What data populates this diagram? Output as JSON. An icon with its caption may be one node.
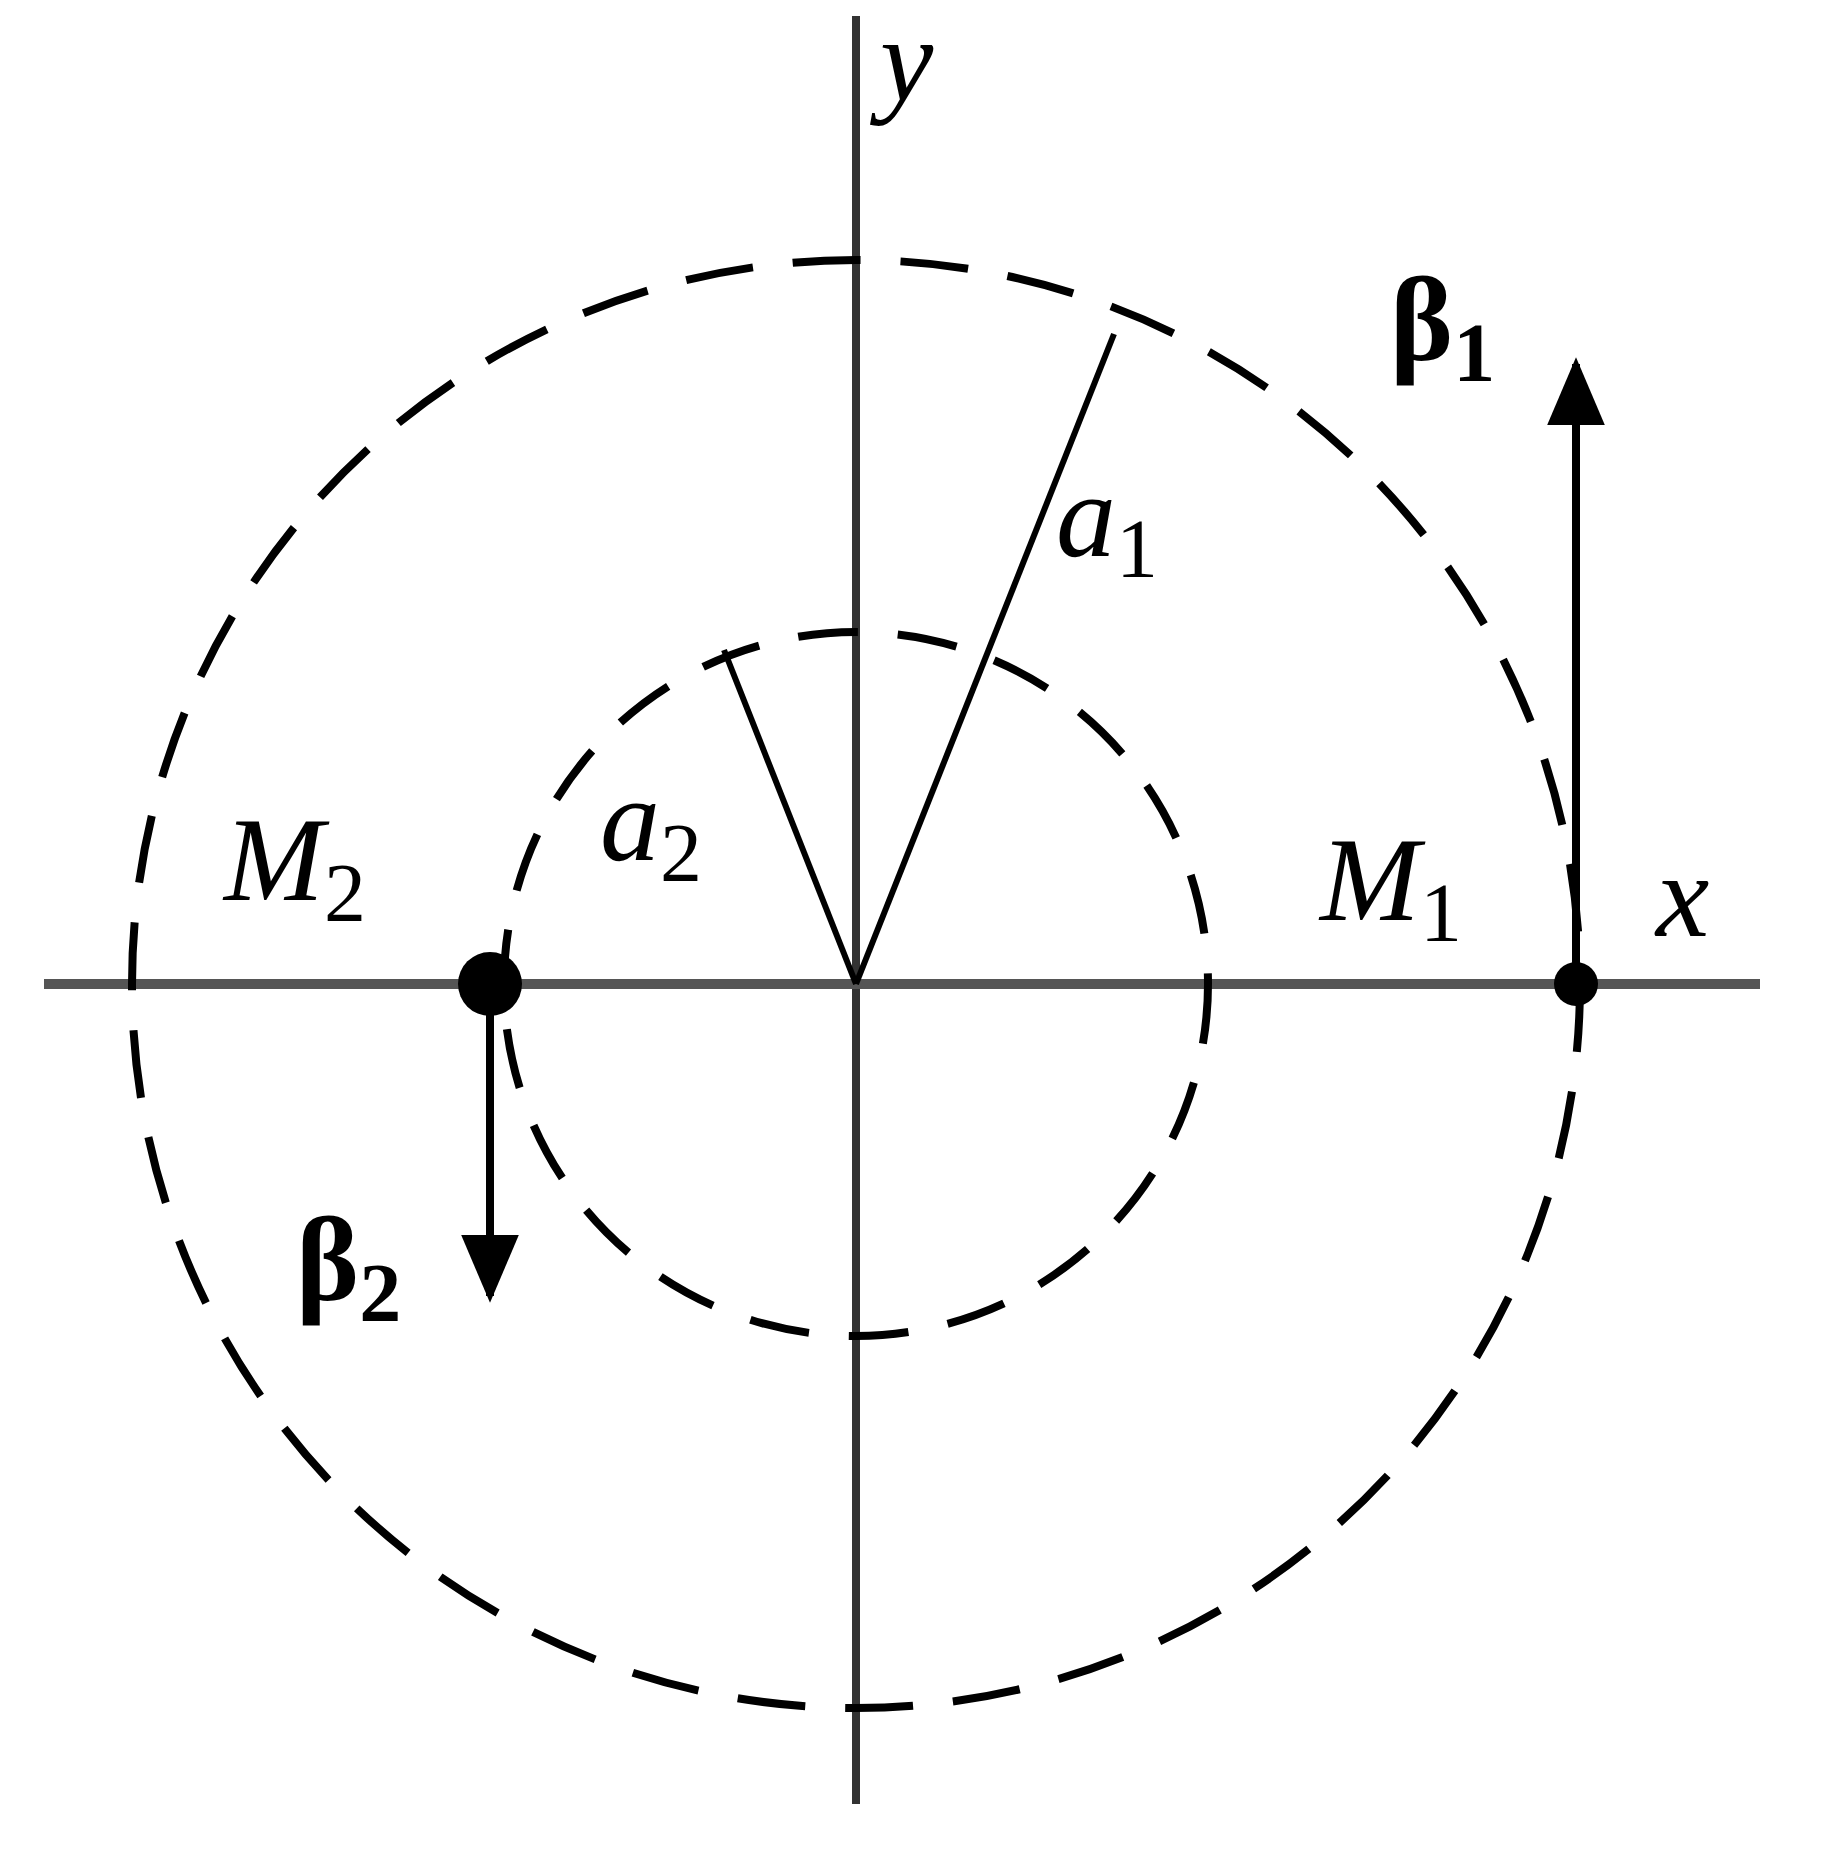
{
  "diagram": {
    "labels": [
      "*y*",
      "β$_{1}$",
      "*a*$_{1}$",
      "*M*$_{2}$",
      "*a*$_{2}$",
      "*M*$_{1}$",
      "*x*",
      "β$_{2}$"
    ]
  }
}
